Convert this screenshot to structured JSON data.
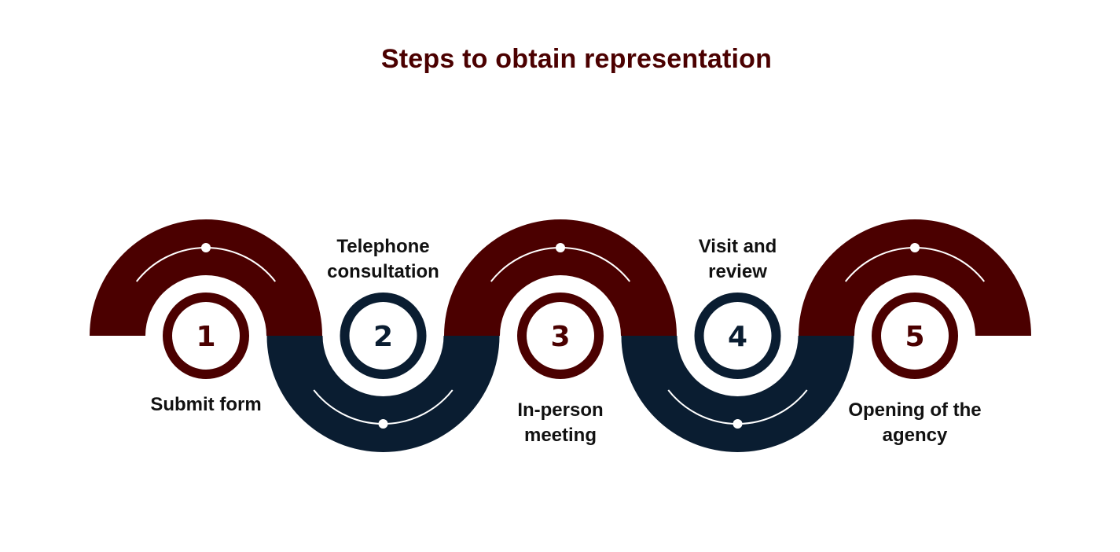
{
  "title": "Steps to obtain representation",
  "colors": {
    "maroon": "#4B0000",
    "navy": "#0A1D31",
    "title": "#4B0000",
    "label": "#111111",
    "background": "#FFFFFF"
  },
  "steps": [
    {
      "number": "1",
      "label_lines": [
        "Submit form"
      ],
      "color": "#4B0000",
      "arch": "top"
    },
    {
      "number": "2",
      "label_lines": [
        "Telephone",
        "consultation"
      ],
      "color": "#0A1D31",
      "arch": "bottom"
    },
    {
      "number": "3",
      "label_lines": [
        "In-person",
        "meeting"
      ],
      "color": "#4B0000",
      "arch": "top"
    },
    {
      "number": "4",
      "label_lines": [
        "Visit and",
        "review"
      ],
      "color": "#0A1D31",
      "arch": "bottom"
    },
    {
      "number": "5",
      "label_lines": [
        "Opening of the",
        "agency"
      ],
      "color": "#4B0000",
      "arch": "top"
    }
  ]
}
